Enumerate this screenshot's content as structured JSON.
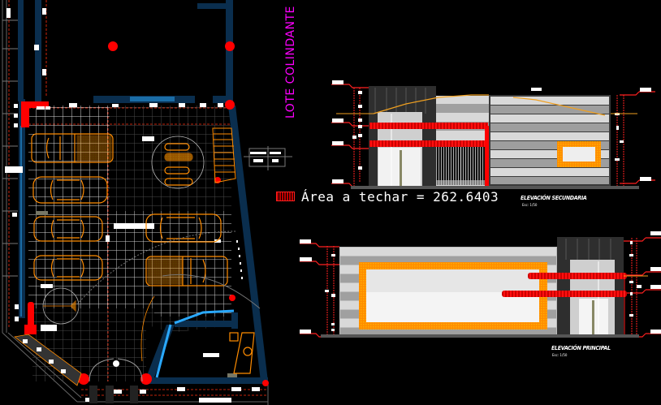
{
  "drawing": {
    "background": "#000000",
    "area_label": {
      "hatch_icon": "red-hatch-swatch",
      "text": "Área a techar = 262.6403"
    },
    "neighbor_label": "LOTE COLINDANTE",
    "elevations": [
      {
        "id": "secondary",
        "title": "ELEVACIÓN SECUNDARIA",
        "scale": "Esc: 1/50"
      },
      {
        "id": "principal",
        "title": "ELEVACIÓN PRINCIPAL",
        "scale": "Esc: 1/50"
      }
    ],
    "plan": {
      "name": "floor-plan",
      "parking_spaces": 7,
      "vehicles": [
        "pickup",
        "sedan",
        "sedan",
        "sedan",
        "sedan",
        "pickup",
        "motorcycles"
      ]
    },
    "colors": {
      "wall": "#0a2e4e",
      "column": "#ff0000",
      "vehicle": "#ff8c00",
      "grid": "#555555",
      "grid_light": "#e8e8e8",
      "glass": "#2aa9ff",
      "dimension": "#ff2020",
      "neighbor_text": "#ff00ff",
      "roof_line": "#f0a020",
      "panel_light": "#d8d8d8",
      "panel_dark": "#9a9a9a",
      "tower": "#333333"
    }
  }
}
